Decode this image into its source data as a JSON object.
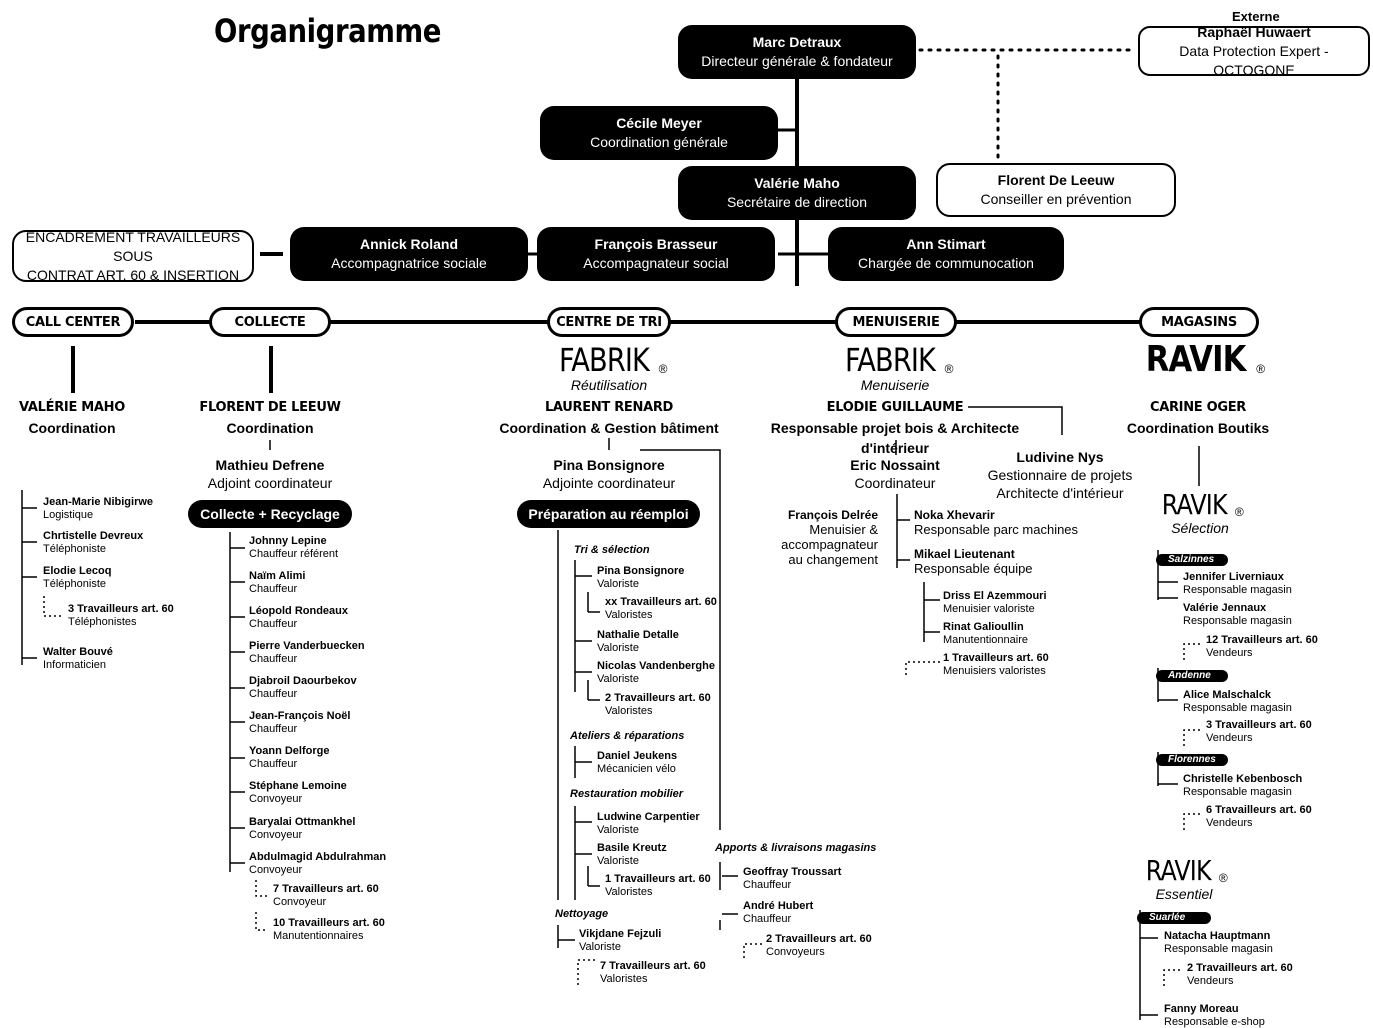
{
  "title": "Organigramme",
  "external_label": "Externe",
  "top": {
    "director": {
      "name": "Marc Detraux",
      "role": "Directeur générale & fondateur"
    },
    "external": {
      "name": "Raphaël Huwaert",
      "role": "Data Protection Expert - OCTOGONE"
    },
    "coordination": {
      "name": "Cécile Meyer",
      "role": "Coordination générale"
    },
    "secretary": {
      "name": "Valérie Maho",
      "role": "Secrétaire de direction"
    },
    "prevention": {
      "name": "Florent De Leeuw",
      "role": "Conseiller en prévention"
    },
    "encadrement": {
      "line1": "ENCADREMENT TRAVAILLEURS SOUS",
      "line2": "CONTRAT ART. 60 & INSERTION"
    },
    "social1": {
      "name": "Annick Roland",
      "role": "Accompagnatrice sociale"
    },
    "social2": {
      "name": "François Brasseur",
      "role": "Accompagnateur social"
    },
    "comm": {
      "name": "Ann Stimart",
      "role": "Chargée de communocation"
    }
  },
  "departments": {
    "call_center": {
      "label": "CALL CENTER",
      "lead": {
        "name": "VALÉRIE MAHO",
        "role": "Coordination"
      },
      "people": [
        {
          "name": "Jean-Marie Nibigirwe",
          "role": "Logistique"
        },
        {
          "name": "Chrtistelle Devreux",
          "role": "Téléphoniste"
        },
        {
          "name": "Elodie Lecoq",
          "role": "Téléphoniste"
        },
        {
          "name": "3 Travailleurs art. 60",
          "role": "Téléphonistes"
        },
        {
          "name": "Walter Bouvé",
          "role": "Informaticien"
        }
      ]
    },
    "collecte": {
      "label": "COLLECTE",
      "lead": {
        "name": "FLORENT DE LEEUW",
        "role": "Coordination"
      },
      "deputy": {
        "name": "Mathieu Defrene",
        "role": "Adjoint coordinateur"
      },
      "team": "Collecte + Recyclage",
      "people": [
        {
          "name": "Johnny Lepine",
          "role": "Chauffeur référent"
        },
        {
          "name": "Naïm Alimi",
          "role": "Chauffeur"
        },
        {
          "name": "Léopold Rondeaux",
          "role": "Chauffeur"
        },
        {
          "name": "Pierre Vanderbuecken",
          "role": "Chauffeur"
        },
        {
          "name": "Djabroil Daourbekov",
          "role": "Chauffeur"
        },
        {
          "name": "Jean-François Noël",
          "role": "Chauffeur"
        },
        {
          "name": "Yoann Delforge",
          "role": "Chauffeur"
        },
        {
          "name": "Stéphane Lemoine",
          "role": "Convoyeur"
        },
        {
          "name": "Baryalai Ottmankhel",
          "role": "Convoyeur"
        },
        {
          "name": "Abdulmagid Abdulrahman",
          "role": "Convoyeur"
        },
        {
          "name": "7 Travailleurs art. 60",
          "role": "Convoyeur"
        },
        {
          "name": "10 Travailleurs art. 60",
          "role": "Manutentionnaires"
        }
      ]
    },
    "centre_de_tri": {
      "label": "CENTRE DE TRI",
      "brand": "FABRIK",
      "brand_reg": "®",
      "brand_sub": "Réutilisation",
      "lead": {
        "name": "LAURENT RENARD",
        "role": "Coordination & Gestion bâtiment"
      },
      "deputy": {
        "name": "Pina Bonsignore",
        "role": "Adjointe coordinateur"
      },
      "team": "Préparation au réemploi",
      "sections": {
        "tri": "Tri & sélection",
        "ateliers": "Ateliers & réparations",
        "restauration": "Restauration mobilier",
        "nettoyage": "Nettoyage",
        "apports": "Apports & livraisons magasins"
      },
      "tri_people": [
        {
          "name": "Pina Bonsignore",
          "role": "Valoriste"
        },
        {
          "name": "xx Travailleurs art. 60",
          "role": "Valoristes"
        },
        {
          "name": "Nathalie Detalle",
          "role": "Valoriste"
        },
        {
          "name": "Nicolas Vandenberghe",
          "role": "Valoriste"
        },
        {
          "name": "2 Travailleurs art. 60",
          "role": "Valoristes"
        }
      ],
      "atelier_people": [
        {
          "name": "Daniel Jeukens",
          "role": "Mécanicien vélo"
        }
      ],
      "resto_people": [
        {
          "name": "Ludwine Carpentier",
          "role": "Valoriste"
        },
        {
          "name": "Basile Kreutz",
          "role": "Valoriste"
        },
        {
          "name": "1 Travailleurs art. 60",
          "role": "Valoristes"
        }
      ],
      "nettoyage_people": [
        {
          "name": "Vikjdane Fejzuli",
          "role": "Valoriste"
        },
        {
          "name": "7 Travailleurs art. 60",
          "role": "Valoristes"
        }
      ],
      "apports_people": [
        {
          "name": "Geoffray Troussart",
          "role": "Chauffeur"
        },
        {
          "name": "André Hubert",
          "role": "Chauffeur"
        },
        {
          "name": "2 Travailleurs art. 60",
          "role": "Convoyeurs"
        }
      ]
    },
    "menuiserie": {
      "label": "MENUISERIE",
      "brand": "FABRIK",
      "brand_reg": "®",
      "brand_sub": "Menuiserie",
      "lead": {
        "name": "ELODIE GUILLAUME",
        "role": "Responsable projet bois & Architecte d'intérieur"
      },
      "side": {
        "name": "Ludivine Nys",
        "role1": "Gestionnaire de projets",
        "role2": "Architecte d'intérieur"
      },
      "deputy": {
        "name": "Eric Nossaint",
        "role": "Coordinateur"
      },
      "delree": {
        "name": "François Delrée",
        "role1": "Menuisier &",
        "role2": "accompagnateur",
        "role3": "au changement"
      },
      "people": [
        {
          "name": "Noka Xhevarir",
          "role": "Responsable parc machines"
        },
        {
          "name": "Mikael Lieutenant",
          "role": "Responsable équipe"
        }
      ],
      "sub_people": [
        {
          "name": "Driss El Azemmouri",
          "role": "Menuisier valoriste"
        },
        {
          "name": "Rinat Galioullin",
          "role": "Manutentionnaire"
        },
        {
          "name": "1 Travailleurs art. 60",
          "role": "Menuisiers valoristes"
        }
      ]
    },
    "magasins": {
      "label": "MAGASINS",
      "brand": "RAVIK",
      "brand_reg": "®",
      "lead": {
        "name": "CARINE OGER",
        "role": "Coordination Boutiks"
      },
      "selection": {
        "brand": "RAVIK",
        "reg": "®",
        "sub": "Sélection"
      },
      "essentiel": {
        "brand": "RAVIK",
        "reg": "®",
        "sub": "Essentiel"
      },
      "salzinnes": {
        "label": "Salzinnes",
        "people": [
          {
            "name": "Jennifer Liverniaux",
            "role": "Responsable magasin"
          },
          {
            "name": "Valérie Jennaux",
            "role": "Responsable magasin"
          },
          {
            "name": "12 Travailleurs art. 60",
            "role": "Vendeurs"
          }
        ]
      },
      "andenne": {
        "label": "Andenne",
        "people": [
          {
            "name": "Alice Malschalck",
            "role": "Responsable magasin"
          },
          {
            "name": "3 Travailleurs art. 60",
            "role": "Vendeurs"
          }
        ]
      },
      "florennes": {
        "label": "Florennes",
        "people": [
          {
            "name": "Christelle Kebenbosch",
            "role": "Responsable magasin"
          },
          {
            "name": "6 Travailleurs art. 60",
            "role": "Vendeurs"
          }
        ]
      },
      "suarlee": {
        "label": "Suarlée",
        "people": [
          {
            "name": "Natacha Hauptmann",
            "role": "Responsable magasin"
          },
          {
            "name": "2 Travailleurs art. 60",
            "role": "Vendeurs"
          },
          {
            "name": "Fanny Moreau",
            "role": "Responsable e-shop"
          }
        ]
      }
    }
  }
}
